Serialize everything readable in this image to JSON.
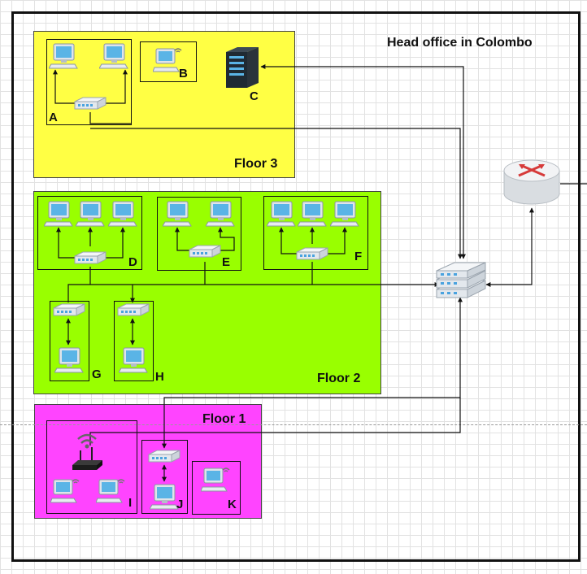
{
  "title": "Head office in Colombo",
  "colors": {
    "floor3": "#ffff44",
    "floor2": "#99ff00",
    "floor1": "#ff44ff",
    "line": "#111111",
    "monitor_screen": "#5ab4e6",
    "server": "#1f2a33",
    "router": "#e8e8e8",
    "router_arrow": "#d63a3a"
  },
  "floors": {
    "floor3": {
      "label": "Floor 3"
    },
    "floor2": {
      "label": "Floor 2"
    },
    "floor1": {
      "label": "Floor 1"
    }
  },
  "nodes": {
    "A": "A",
    "B": "B",
    "C": "C",
    "D": "D",
    "E": "E",
    "F": "F",
    "G": "G",
    "H": "H",
    "I": "I",
    "J": "J",
    "K": "K"
  },
  "icons": {
    "pc": "desktop-computer-icon",
    "wireless_pc": "wireless-desktop-computer-icon",
    "switch": "network-switch-icon",
    "core_switch": "core-switch-icon",
    "server": "server-tower-icon",
    "router": "router-icon",
    "wifi_router": "wifi-router-icon"
  }
}
